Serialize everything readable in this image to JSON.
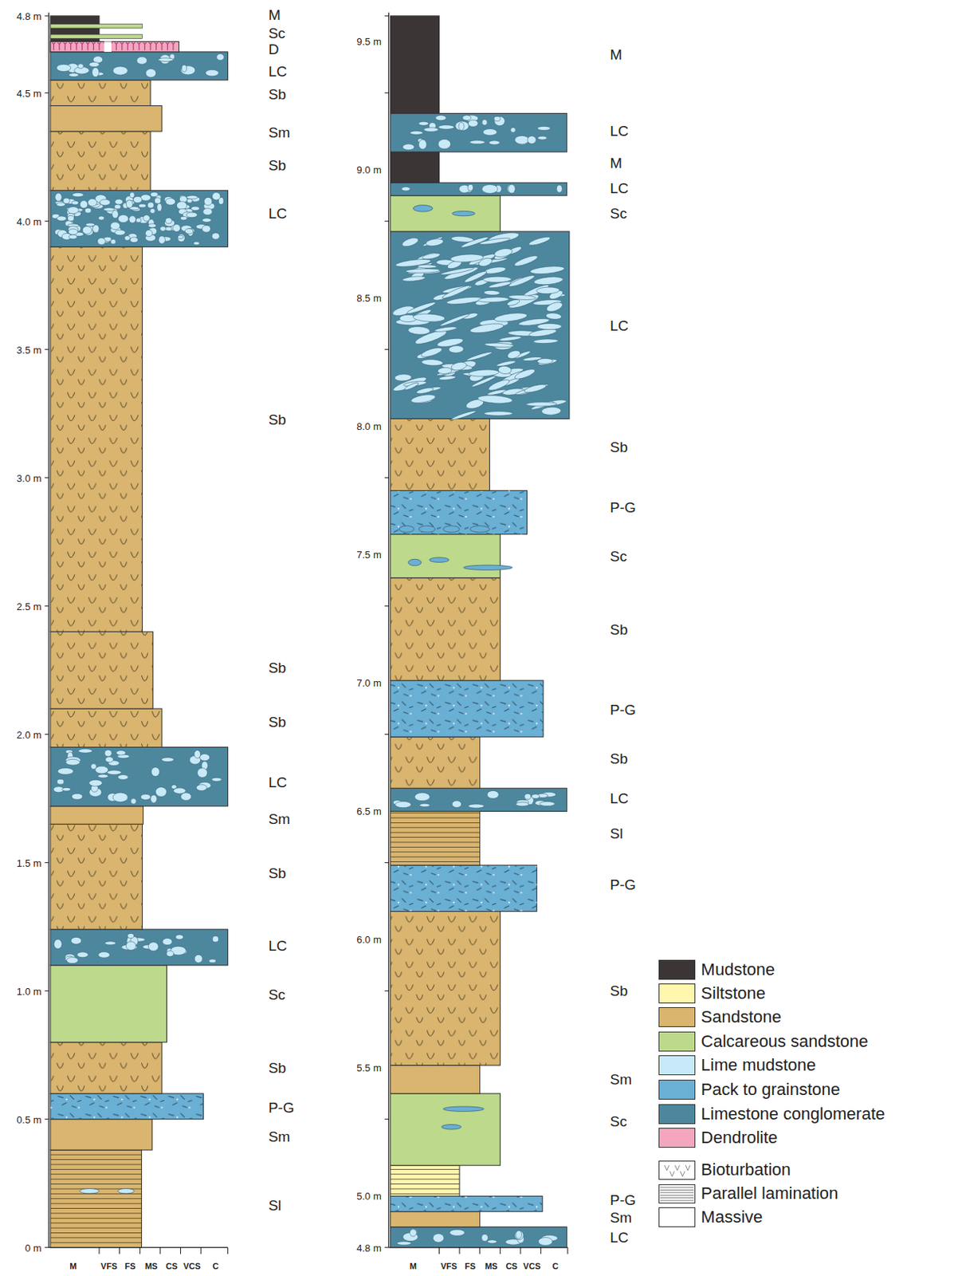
{
  "diagram": {
    "labels": [
      "0 m",
      "0.5 m",
      "1.0 m",
      "1.5 m",
      "2.0 m",
      "2.5 m",
      "3.0 m",
      "3.5 m",
      "4.0 m",
      "4.5 m",
      "4.8 m",
      "M",
      "Sc",
      "D",
      "LC",
      "Sb",
      "Sm",
      "Sb",
      "LC",
      "Sb",
      "Sb",
      "Sb",
      "LC",
      "Sm",
      "Sb",
      "LC",
      "Sc",
      "Sb",
      "P-G",
      "Sm",
      "Sl",
      "M",
      "VFS",
      "FS",
      "MS",
      "CS",
      "VCS",
      "C",
      "4.8 m",
      "5.0 m",
      "5.5 m",
      "6.0 m",
      "6.5 m",
      "7.0 m",
      "7.5 m",
      "8.0 m",
      "8.5 m",
      "9.0 m",
      "9.5 m",
      "M",
      "LC",
      "M",
      "LC",
      "Sc",
      "LC",
      "Sb",
      "P-G",
      "Sc",
      "Sb",
      "P-G",
      "Sb",
      "LC",
      "Sl",
      "P-G",
      "Sb",
      "Sm",
      "Sc",
      "P-G",
      "Sm",
      "LC",
      "M",
      "VFS",
      "FS",
      "MS",
      "CS",
      "VCS",
      "C"
    ],
    "legend": [
      {
        "text": "Mudstone",
        "color": "#3b3536"
      },
      {
        "text": "Siltstone",
        "color": "#fff7ae"
      },
      {
        "text": "Sandstone",
        "color": "#d9b56f"
      },
      {
        "text": "Calcareous sandstone",
        "color": "#bcd98c"
      },
      {
        "text": "Lime mudstone",
        "color": "#c8e9f8"
      },
      {
        "text": "Pack to grainstone",
        "color": "#6aafd4"
      },
      {
        "text": "Limestone conglomerate",
        "color": "#4d879e"
      },
      {
        "text": "Dendrolite",
        "color": "#f4a6bf"
      },
      {
        "text": "Bioturbation"
      },
      {
        "text": "Parallel lamination"
      },
      {
        "text": "Massive"
      }
    ]
  }
}
